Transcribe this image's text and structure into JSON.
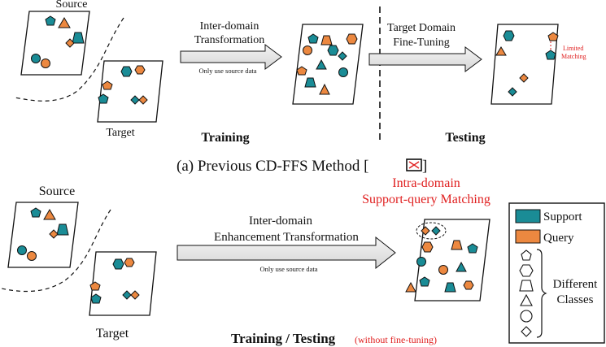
{
  "colors": {
    "support": "#1a8c96",
    "query": "#ec8840",
    "annotation": "#e02020"
  },
  "top": {
    "source_label": "Source",
    "target_label": "Target",
    "arrow1_line1": "Inter-domain",
    "arrow1_line2": "Transformation",
    "arrow1_note": "Only use source data",
    "arrow2_line1": "Target Domain",
    "arrow2_line2": "Fine-Tuning",
    "limited_line1": "Limited",
    "limited_line2": "Matching",
    "training_label": "Training",
    "testing_label": "Testing",
    "caption": "(a)  Previous CD-FFS Method ["
  },
  "bottom": {
    "source_label": "Source",
    "target_label": "Target",
    "arrow_line1": "Inter-domain",
    "arrow_line2": "Enhancement Transformation",
    "arrow_note": "Only use source data",
    "matching_line1": "Intra-domain",
    "matching_line2": "Support-query Matching",
    "title": "Training / Testing",
    "title_note": "(without fine-tuning)"
  },
  "legend": {
    "support": "Support",
    "query": "Query",
    "different_line1": "Different",
    "different_line2": "Classes",
    "shapes": [
      "pentagon-icon",
      "hexagon-icon",
      "trapezoid-icon",
      "triangle-icon",
      "circle-icon",
      "diamond-icon"
    ]
  }
}
